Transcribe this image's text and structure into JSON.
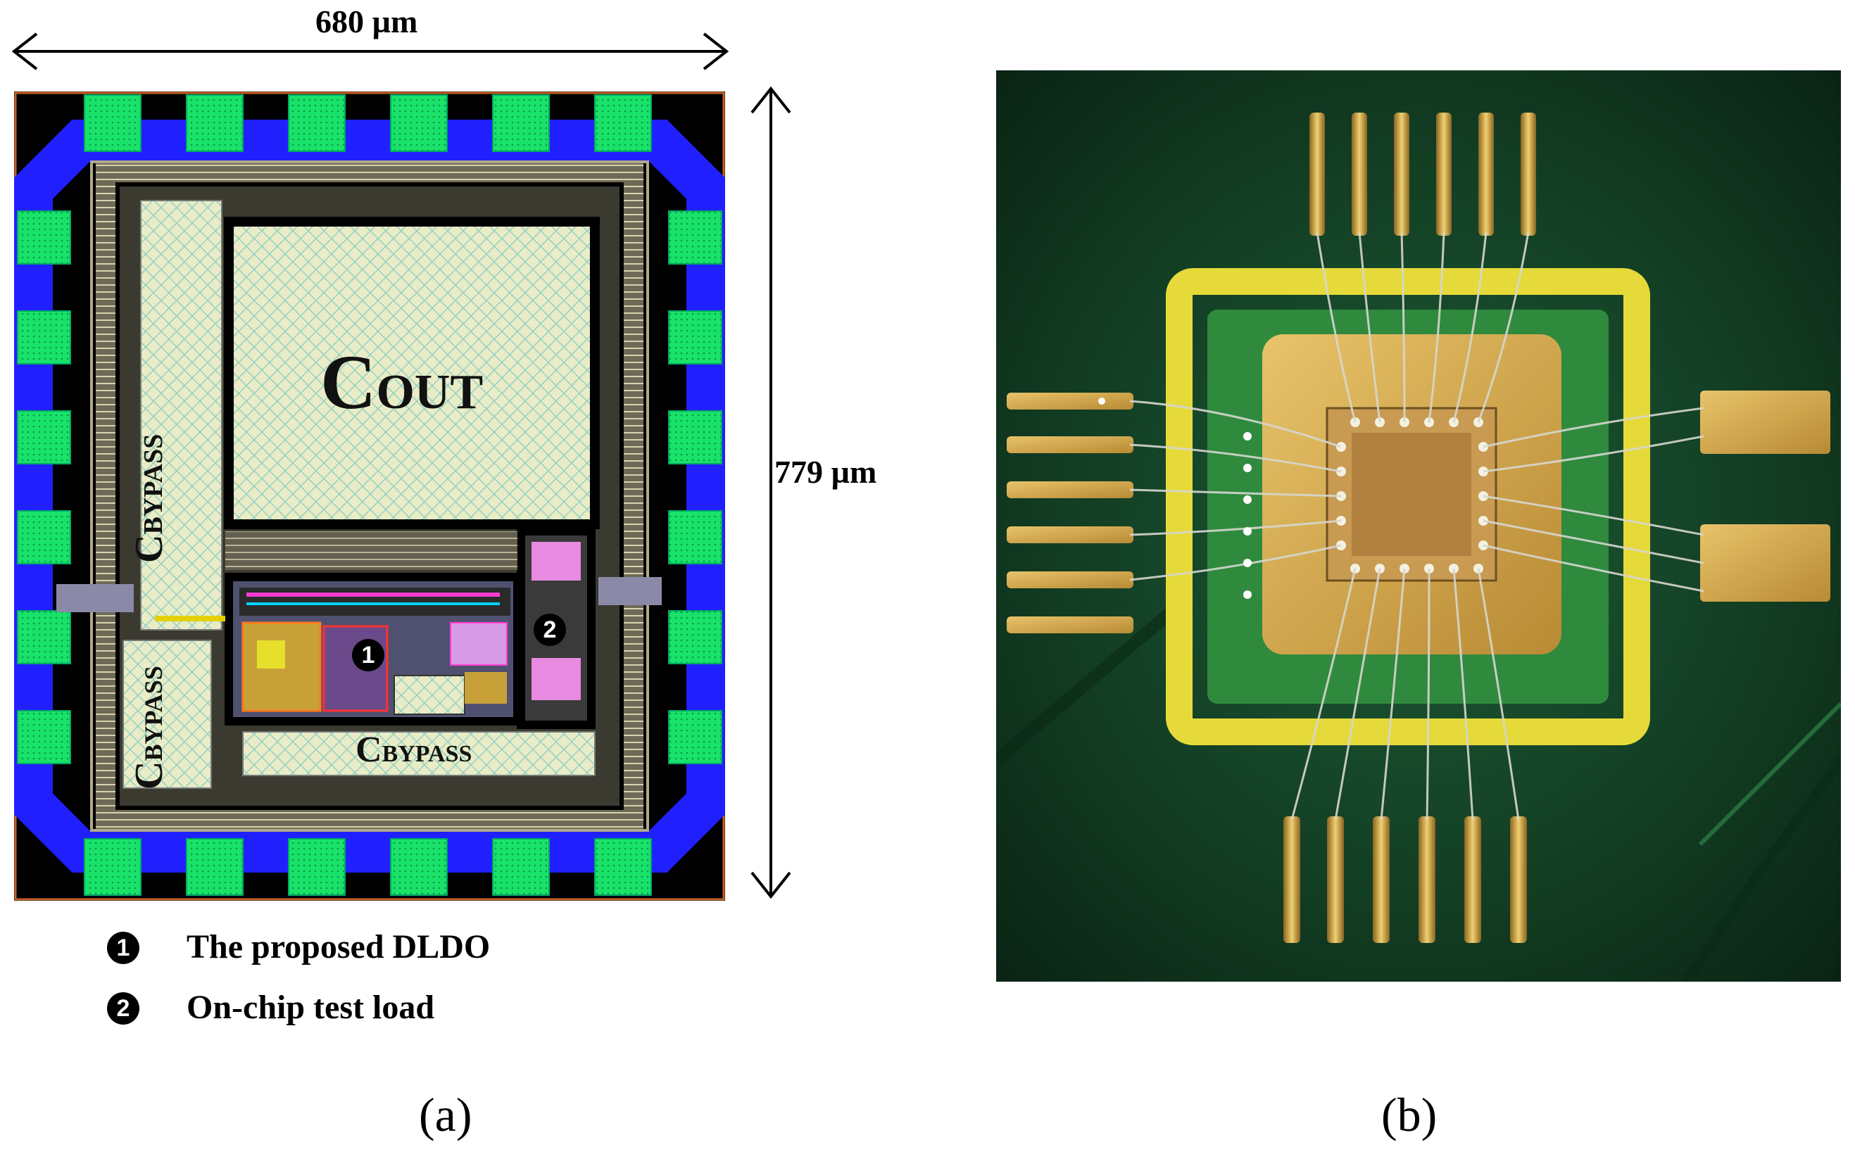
{
  "figure": {
    "panel_a": {
      "width_dimension": "680 µm",
      "height_dimension": "779 µm",
      "labels": {
        "cout_main": "C",
        "cout_sub": "OUT",
        "cbypass_main": "C",
        "cbypass_sub": "BYPASS"
      },
      "markers": {
        "one": "1",
        "two": "2"
      },
      "legend": [
        {
          "num": "1",
          "text": "The proposed DLDO"
        },
        {
          "num": "2",
          "text": "On-chip test load"
        }
      ],
      "caption": "(a)"
    },
    "panel_b": {
      "caption": "(b)"
    }
  },
  "colors": {
    "pad_green": "#19e26a",
    "ring_blue": "#2020ff",
    "fill_cream": "#e9ecc6",
    "pcb_green": "#0f3a1f",
    "gold": "#c9a24a"
  }
}
